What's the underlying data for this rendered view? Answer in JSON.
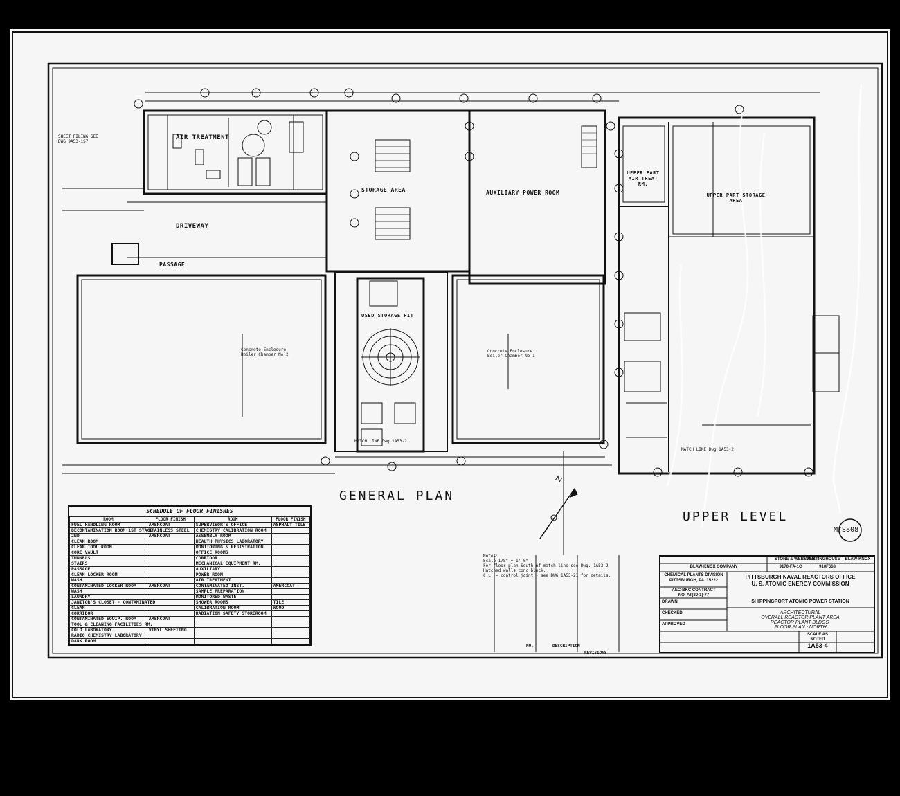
{
  "titles": {
    "general_plan": "GENERAL PLAN",
    "upper_level": "UPPER LEVEL"
  },
  "rooms": {
    "air_treatment": "AIR  TREATMENT",
    "storage_area": "STORAGE  AREA",
    "auxiliary_power_room": "AUXILIARY POWER ROOM",
    "driveway": "DRIVEWAY",
    "passage": "PASSAGE",
    "used_storage_pit": "USED STORAGE PIT",
    "upper_part_air_treat": "UPPER PART AIR TREAT RM.",
    "upper_part_storage": "UPPER PART STORAGE AREA",
    "concrete_enclosure_1": "Concrete Enclosure Boiler Chamber No 2",
    "concrete_enclosure_2": "Concrete Enclosure Boiler Chamber No 1"
  },
  "annotations": {
    "sheet_piling": "SHEET PILING SEE DWG 9A53-1S7",
    "match_line_left": "MATCH LINE Dwg 1A53-2",
    "match_line_right": "MATCH LINE Dwg 1A53-2",
    "drawing_mark": "M/S808"
  },
  "notes": {
    "heading": "Notes:",
    "line1": "Scale 1/8\" = 1'-0\"",
    "line2": "For floor plan South of match line see Dwg. 1A53-2",
    "line3": "Hatched walls conc block.",
    "line4": "C.L. = control joint - see DWG 1A53-21 for details."
  },
  "schedule": {
    "title": "SCHEDULE OF FLOOR FINISHES",
    "headers": [
      "ROOM",
      "FLOOR FINISH",
      "ROOM",
      "FLOOR FINISH"
    ],
    "rows": [
      [
        "FUEL HANDLING ROOM",
        "AMERCOAT",
        "SUPERVISOR'S OFFICE",
        "ASPHALT TILE"
      ],
      [
        "DECONTAMINATION ROOM 1ST STAGE",
        "STAINLESS STEEL",
        "CHEMISTRY CALIBRATION ROOM",
        ""
      ],
      [
        "2ND",
        "AMERCOAT",
        "ASSEMBLY ROOM",
        ""
      ],
      [
        "CLEAN ROOM",
        "",
        "HEALTH PHYSICS LABORATORY",
        ""
      ],
      [
        "CLEAN TOOL ROOM",
        "",
        "MONITORING & REGISTRATION",
        ""
      ],
      [
        "CORE VAULT",
        "",
        "OFFICE ROOMS",
        ""
      ],
      [
        "TUNNELS",
        "",
        "CORRIDOR",
        ""
      ],
      [
        "STAIRS",
        "",
        "MECHANICAL EQUIPMENT RM.",
        ""
      ],
      [
        "PASSAGE",
        "",
        "AUXILIARY",
        ""
      ],
      [
        "CLEAN LOCKER ROOM",
        "",
        "POWER ROOM",
        ""
      ],
      [
        "WASH",
        "",
        "AIR TREATMENT",
        ""
      ],
      [
        "CONTAMINATED LOCKER ROOM",
        "AMERCOAT",
        "CONTAMINATED INST.",
        "AMERCOAT"
      ],
      [
        "WASH",
        "",
        "SAMPLE PREPARATION",
        ""
      ],
      [
        "LAUNDRY",
        "",
        "MONITORED WASTE",
        ""
      ],
      [
        "JANITOR'S CLOSET - CONTAMINATED",
        "",
        "SHOWER ROOMS",
        "TILE"
      ],
      [
        "CLEAN",
        "",
        "CALIBRATION ROOM",
        "WOOD"
      ],
      [
        "CORRIDOR",
        "",
        "RADIATION SAFETY STOREROOM",
        ""
      ],
      [
        "CONTAMINATED EQUIP. ROOM",
        "AMERCOAT",
        "",
        ""
      ],
      [
        "TOOL & CLEANING FACILITIES RM.",
        "",
        "",
        ""
      ],
      [
        "COLD LABORATORY",
        "VINYL SHEETING",
        "",
        ""
      ],
      [
        "RADIO CHEMISTRY LABORATORY",
        "",
        "",
        ""
      ],
      [
        "DARK ROOM",
        "",
        "",
        ""
      ]
    ]
  },
  "title_block": {
    "company": "BLAW-KNOX COMPANY",
    "division": "CHEMICAL PLANTS DIVISION",
    "city": "PITTSBURGH, PA. 15222",
    "contract_label": "AEC-BKC CONTRACT",
    "contract_no": "NO. AT(30-1)-77",
    "firm_2": "STONE & WEBSTER",
    "firm_3": "WESTINGHOUSE",
    "firm_4": "BLAW-KNOX",
    "dwg_1": "9170-FA-1C",
    "dwg_2": "910F668",
    "office": "PITTSBURGH NAVAL REACTORS OFFICE",
    "commission": "U. S. ATOMIC ENERGY COMMISSION",
    "station": "SHIPPINGPORT ATOMIC POWER STATION",
    "title_1": "ARCHITECTURAL",
    "title_2": "OVERALL REACTOR PLANT AREA",
    "title_3": "REACTOR PLANT BLDGS.",
    "title_4": "FLOOR PLAN - NORTH",
    "scale": "SCALE AS NOTED",
    "drawing_no": "1A53-4",
    "drawn": "DRAWN",
    "checked": "CHECKED",
    "approved": "APPROVED",
    "revisions": "REVISIONS",
    "description": "DESCRIPTION",
    "no": "NO."
  }
}
